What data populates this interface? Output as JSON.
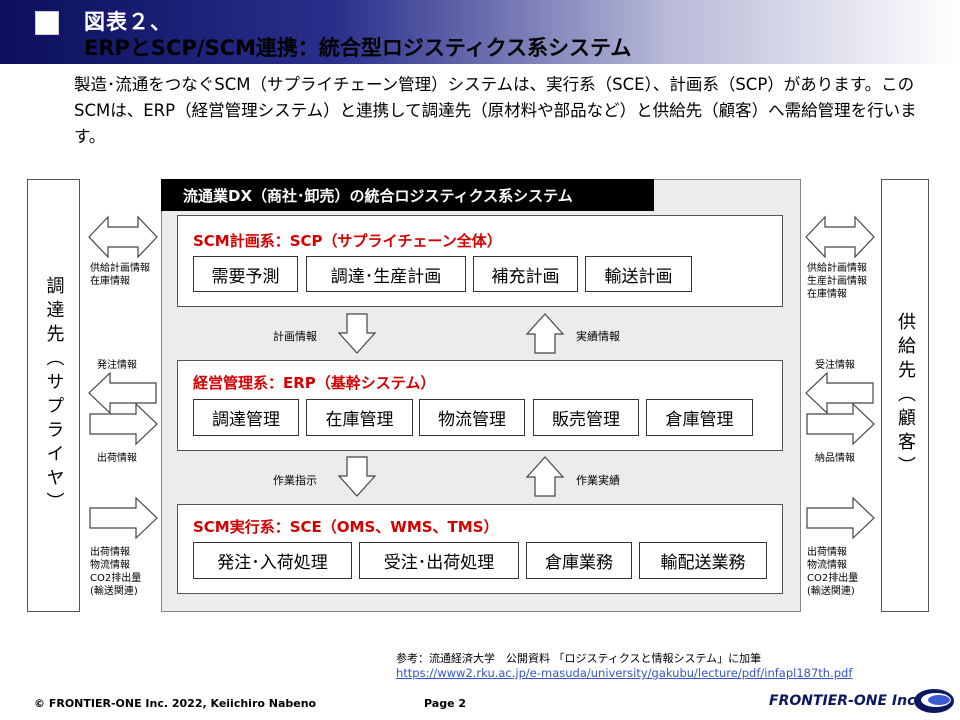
{
  "header": {
    "line1": "図表２、",
    "line2": "ERPとSCP/SCM連携：統合型ロジスティクス系システム"
  },
  "intro": "製造･流通をつなぐSCM（サプライチェーン管理）システムは、実行系（SCE）、計画系（SCP）があります。このSCMは、ERP（経営管理システム）と連携して調達先（原材料や部品など）と供給先（顧客）へ需給管理を行います。",
  "left_entity": "調達先︵サプライヤ︶",
  "right_entity": "供給先︵顧客︶",
  "center_title": "流通業DX（商社･卸売）の統合ロジスティクス系システム",
  "scp": {
    "title": "SCM計画系：SCP（サプライチェーン全体）",
    "items": [
      "需要予測",
      "調達･生産計画",
      "補充計画",
      "輸送計画"
    ]
  },
  "erp": {
    "title": "経営管理系：ERP（基幹システム）",
    "items": [
      "調達管理",
      "在庫管理",
      "物流管理",
      "販売管理",
      "倉庫管理"
    ]
  },
  "sce": {
    "title": "SCM実行系：SCE（OMS、WMS、TMS）",
    "items": [
      "発注･入荷処理",
      "受注･出荷処理",
      "倉庫業務",
      "輸配送業務"
    ]
  },
  "center_labels": {
    "plan_info": "計画情報",
    "actual_info": "実績情報",
    "work_instruction": "作業指示",
    "work_actual": "作業実績"
  },
  "left_labels": {
    "l1": [
      "供給計画情報",
      "在庫情報"
    ],
    "l2": [
      "発注情報"
    ],
    "l3": [
      "出荷情報"
    ],
    "l4": [
      "出荷情報",
      "物流情報",
      "CO2排出量",
      "(輸送関連)"
    ]
  },
  "right_labels": {
    "r1": [
      "供給計画情報",
      "生産計画情報",
      "在庫情報"
    ],
    "r2": [
      "受注情報"
    ],
    "r3": [
      "納品情報"
    ],
    "r4": [
      "出荷情報",
      "物流情報",
      "CO2排出量",
      "(輸送関連)"
    ]
  },
  "reference": {
    "note": "参考：流通経済大学　公開資料 「ロジスティクスと情報システム」に加筆",
    "url": "https://www2.rku.ac.jp/e-masuda/university/gakubu/lecture/pdf/infapl187th.pdf"
  },
  "footer": {
    "copyright": "© FRONTIER-ONE Inc. 2022,  Keiichiro  Nabeno",
    "page": "Page 2",
    "brand": "FRONTIER-ONE Inc."
  },
  "colors": {
    "header_dark": "#0b0f5c",
    "accent_red": "#d40000",
    "brand_navy": "#0b1760",
    "link_blue": "#3355cc"
  }
}
